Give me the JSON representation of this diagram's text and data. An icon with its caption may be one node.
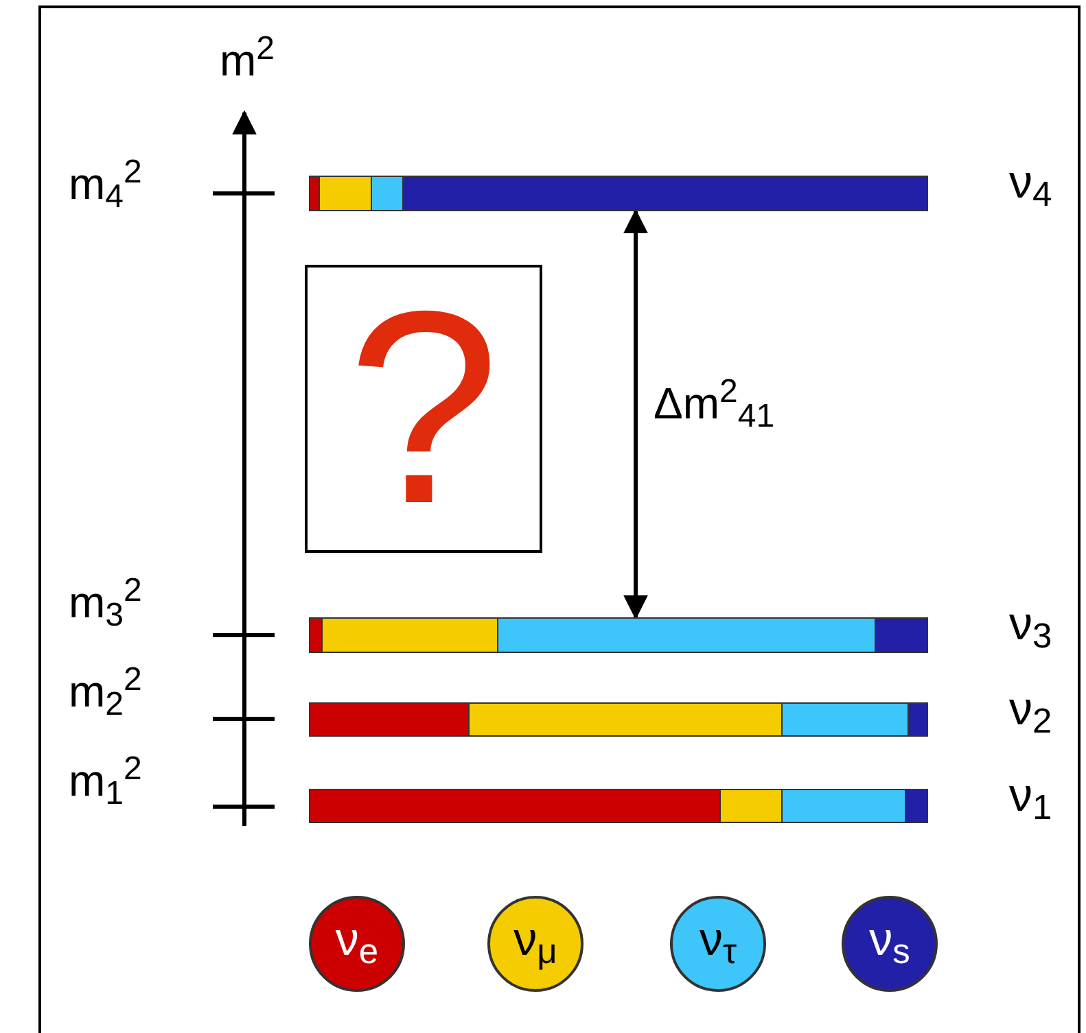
{
  "diagram": {
    "nodes": [
      {
        "text": [],
        "shape": "bar",
        "beside": [
          "ν$_{4}$"
        ]
      },
      {
        "text": [
          "?"
        ]
      },
      {
        "text": [],
        "shape": "bar",
        "beside": [
          "ν$_{3}$"
        ]
      },
      {
        "text": [],
        "shape": "bar",
        "beside": [
          "ν$_{2}$"
        ]
      },
      {
        "text": [],
        "shape": "bar",
        "beside": [
          "ν$_{1}$"
        ]
      }
    ],
    "edges": [
      {
        "from": 0,
        "to": 2,
        "arrow": "both",
        "label": "Δm$^{2}$$_{41}$"
      }
    ],
    "labels": [
      "m$^{2}$",
      "m$_{4}$$^{2}$",
      "m$_{3}$$^{2}$",
      "m$_{2}$$^{2}$",
      "m$_{1}$$^{2}$"
    ],
    "legend": [
      {
        "text": "ν$_{e}$",
        "color": "#cc0000"
      },
      {
        "text": "ν$_{μ}$",
        "color": "#f5cc00"
      },
      {
        "text": "ν$_{τ}$",
        "color": "#3ec6fa"
      },
      {
        "text": "ν$_{s}$",
        "color": "#2320a8"
      }
    ]
  }
}
